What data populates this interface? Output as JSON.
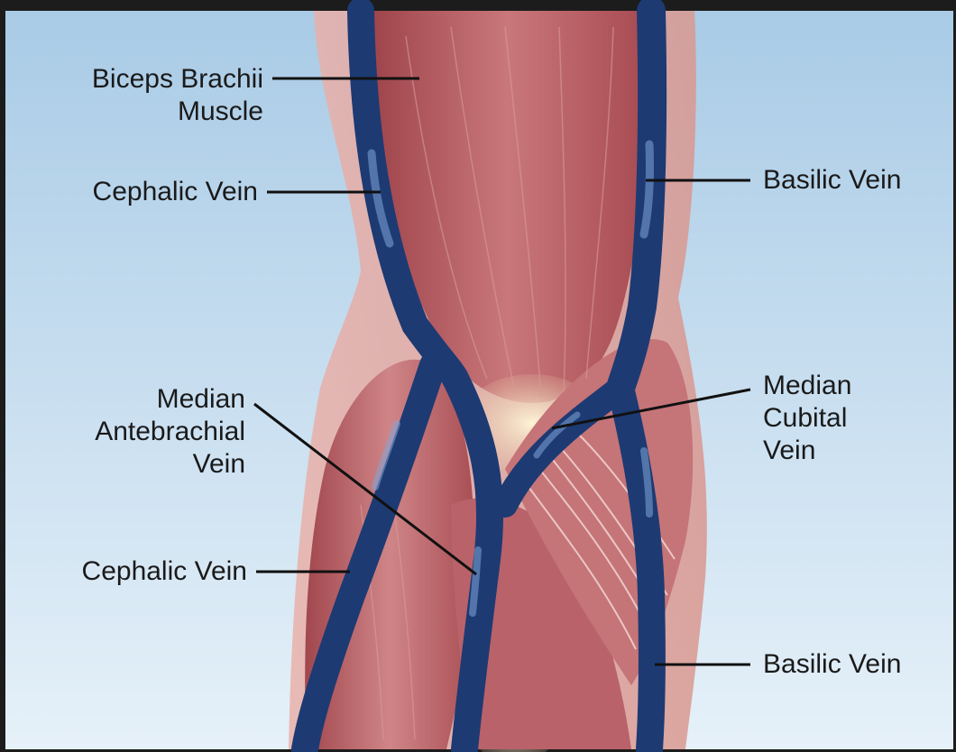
{
  "labels": {
    "biceps": [
      "Biceps Brachii",
      "Muscle"
    ],
    "cephalic_upper": "Cephalic Vein",
    "basilic_upper": "Basilic Vein",
    "median_ante": [
      "Median",
      "Antebrachial",
      "Vein"
    ],
    "median_cubital": [
      "Median",
      "Cubital",
      "Vein"
    ],
    "cephalic_lower": "Cephalic Vein",
    "basilic_lower": "Basilic Vein"
  },
  "colors": {
    "background_top": "#a9cbe6",
    "background_bottom": "#e4f0f8",
    "muscle": "#b8595e",
    "muscle_light": "#d48a8a",
    "vein": "#1d3a73",
    "tendon": "#f6e7bf",
    "skin": "#e3a6a0"
  }
}
